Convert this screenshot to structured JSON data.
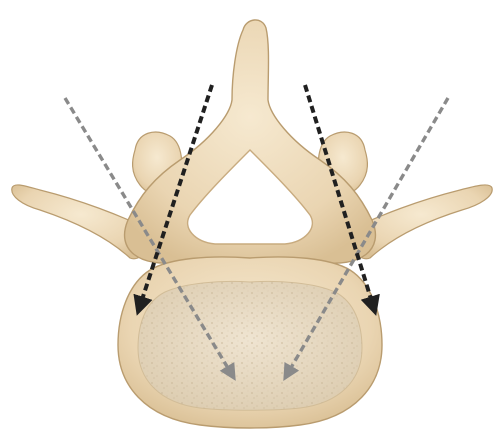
{
  "figure": {
    "subject": "vertebra-superior-view",
    "colors": {
      "background": "#ffffff",
      "bone_fill": "#efdcbc",
      "bone_shadow": "#d7bf97",
      "bone_outline": "#b99c6f",
      "body_cancellous": "#e6d8c0",
      "body_speckle": "#cbb99b",
      "trajectory_medial": "#202020",
      "trajectory_lateral": "#8a8a8a"
    }
  },
  "trajectories": [
    {
      "name": "left-medial-trajectory",
      "style": "medial"
    },
    {
      "name": "left-lateral-trajectory",
      "style": "lateral"
    },
    {
      "name": "right-medial-trajectory",
      "style": "medial"
    },
    {
      "name": "right-lateral-trajectory",
      "style": "lateral"
    }
  ]
}
